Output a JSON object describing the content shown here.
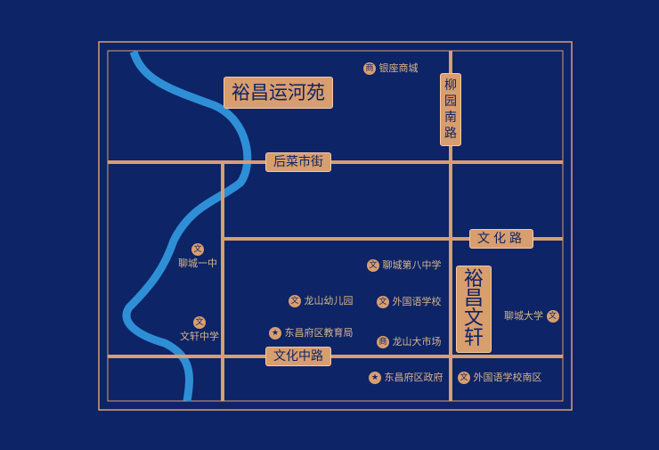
{
  "estates": {
    "main": "裕昌运河苑",
    "wenxuan": "裕昌文轩"
  },
  "roads": {
    "houcai": "后菜市街",
    "wenhua": "文化路",
    "wenhua_zhong": "文化中路",
    "liuyuan_nan": "柳园南路"
  },
  "pois": {
    "yinzuo": "银座商城",
    "liaocheng_yizhong": "聊城一中",
    "wenxuan_zhongxue": "文轩中学",
    "dongchang_jiaoyuju": "东昌府区教育局",
    "longshan_youer": "龙山幼儿园",
    "liaocheng_bazhong": "聊城第八中学",
    "waiguoyu": "外国语学校",
    "longshan_shichang": "龙山大市场",
    "dongchang_zhengfu": "东昌府区政府",
    "waiguoyu_nan": "外国语学校南区",
    "liaocheng_daxue": "聊城大学"
  },
  "icons": {
    "school": "文",
    "mall": "商",
    "government": "★"
  },
  "colors": {
    "background": "#0d2466",
    "road": "#d99e6e",
    "river": "#2e8fd6",
    "text": "#d8b48c"
  }
}
